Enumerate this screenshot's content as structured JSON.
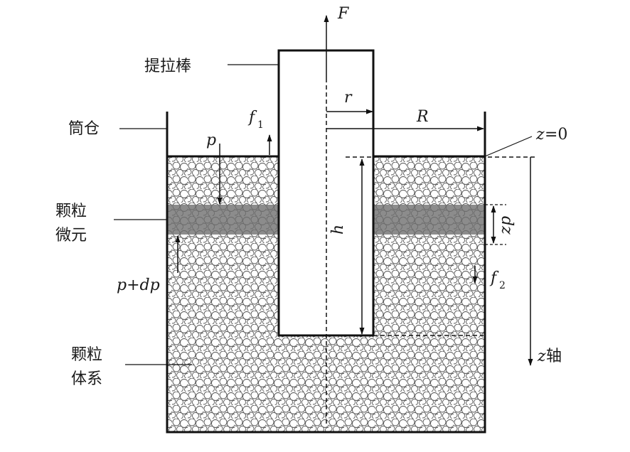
{
  "labels": {
    "force_F": "F",
    "rod": "提拉棒",
    "radius_r": "r",
    "radius_R": "R",
    "bin": "筒仓",
    "friction_f": "f",
    "friction_f1_sub": "1",
    "pressure_p": "p",
    "z0_z": "z",
    "z0_eq": "=0",
    "element_line1": "颗粒",
    "element_line2": "微元",
    "dz": "dz",
    "depth_h": "h",
    "pressure_pdp": "p+dp",
    "friction_f2_sub": "2",
    "system_line1": "颗粒",
    "system_line2": "体系",
    "z_axis_z": "z",
    "z_axis_suffix": "轴"
  },
  "colors": {
    "stroke": "#111111",
    "element_band": "#8c8c8c",
    "particle_stroke": "#555555",
    "background": "#ffffff"
  }
}
